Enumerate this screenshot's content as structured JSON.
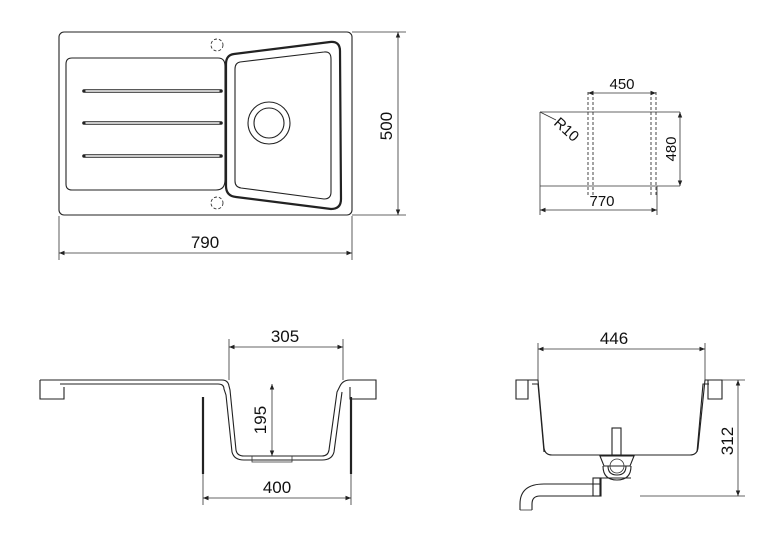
{
  "top_view": {
    "width_dim": "790",
    "depth_dim": "500"
  },
  "cutout": {
    "radius_label": "R10",
    "width_inner_dim": "450",
    "width_outer_dim": "770",
    "depth_dim": "480"
  },
  "side_view": {
    "bowl_width_dim": "305",
    "bowl_depth_dim": "195",
    "cabinet_dim": "400"
  },
  "front_view": {
    "bowl_width_dim": "446",
    "height_dim": "312"
  }
}
